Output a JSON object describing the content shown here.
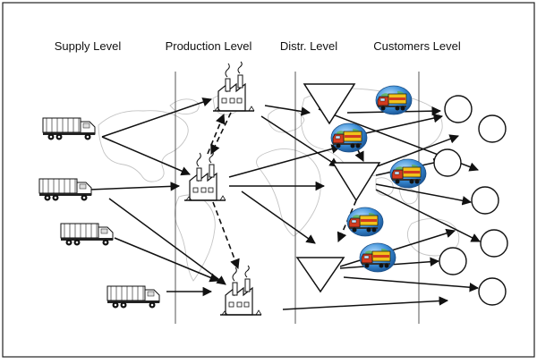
{
  "headers": {
    "supply": "Supply Level",
    "production": "Production Level",
    "distribution": "Distr. Level",
    "customers": "Customers Level"
  },
  "colors": {
    "border": "#222222",
    "arrow": "#111111",
    "map": "#c9c9c9",
    "column_line": "#444444",
    "truck_cab": "#d23b1f",
    "truck_box": "#f0c21b",
    "globe": "#3c8fd8"
  },
  "icons": {
    "supplier": "flatbed-truck-icon",
    "plant": "factory-icon",
    "warehouse": "triangle-node-icon",
    "customer": "circle-node-icon",
    "transport": "globe-truck-icon"
  }
}
